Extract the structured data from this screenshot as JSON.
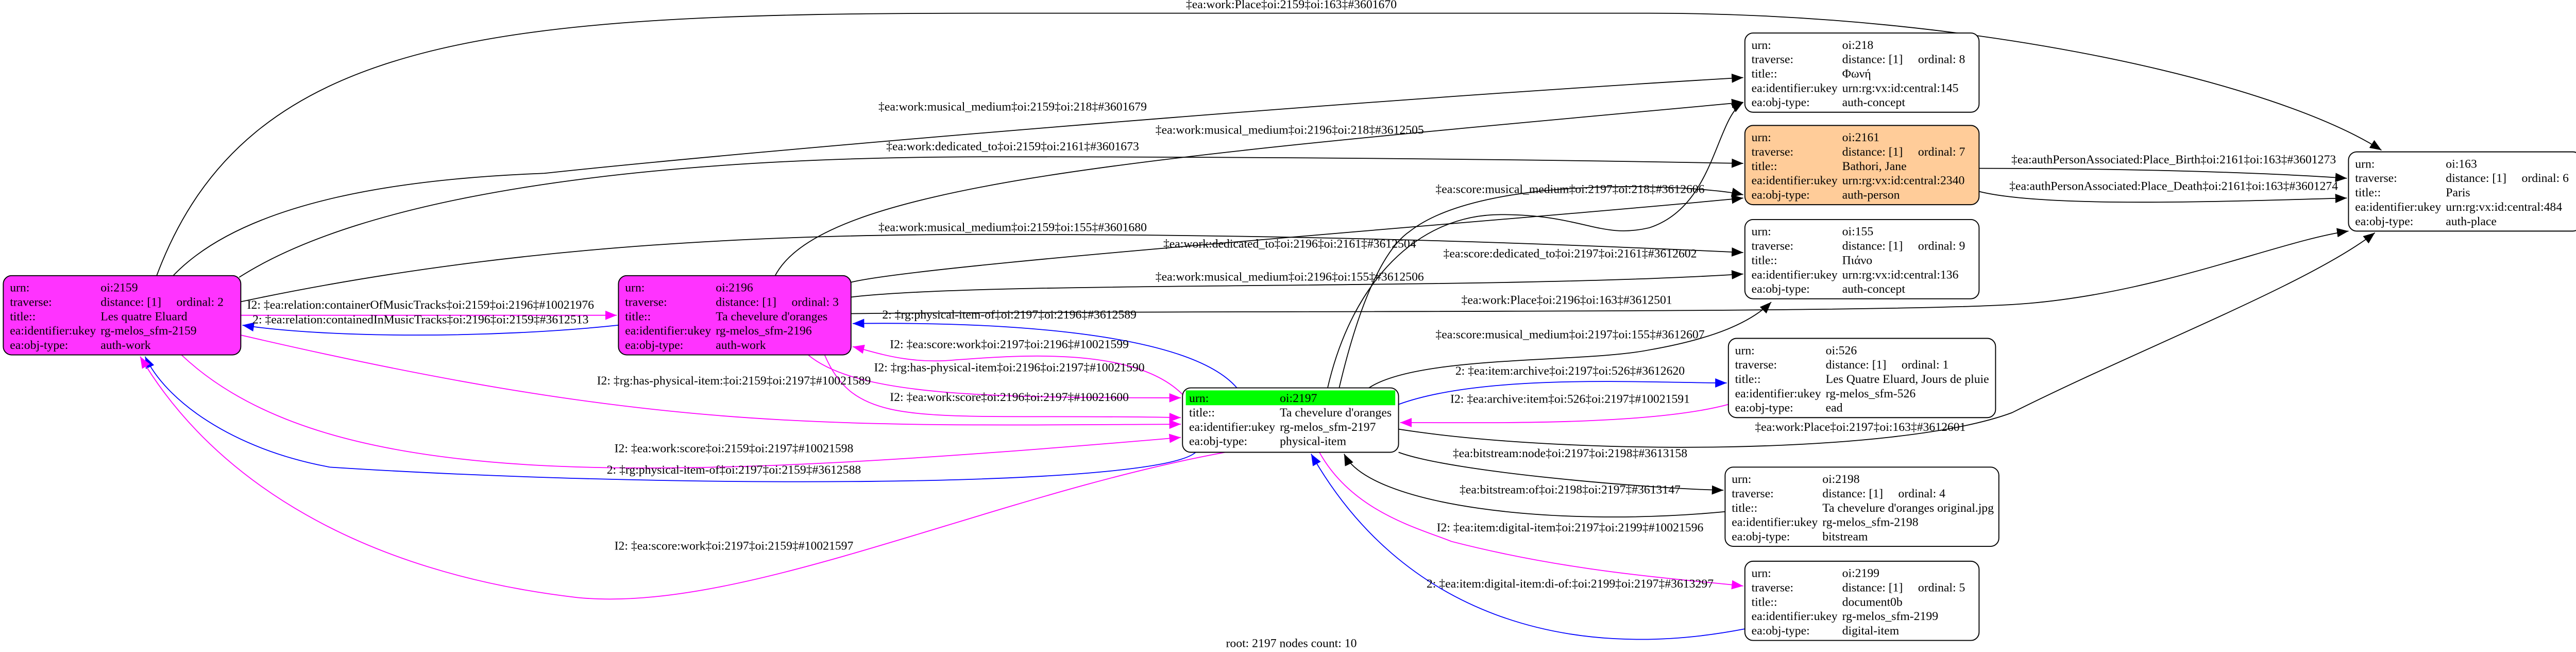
{
  "row_labels": {
    "urn": "urn:",
    "traverse": "traverse:",
    "title": "title::",
    "ukey": "ea:identifier:ukey",
    "obj_type": "ea:obj-type:"
  },
  "colors": {
    "auth_work_fill": "#ff33ff",
    "auth_person_fill": "#ffcc99",
    "root_urn_fill": "#00ff00",
    "default_fill": "#ffffff",
    "edge_black": "#000000",
    "edge_magenta": "#ff00ff",
    "edge_blue": "#0000ff"
  },
  "nodes": [
    {
      "id": "2159",
      "urn": "oi:2159",
      "distance": "distance: [1]",
      "ordinal": "ordinal: 2",
      "title": "Les quatre Eluard",
      "ukey": "rg-melos_sfm-2159",
      "obj_type": "auth-work",
      "fill": "#ff33ff"
    },
    {
      "id": "2196",
      "urn": "oi:2196",
      "distance": "distance: [1]",
      "ordinal": "ordinal: 3",
      "title": "Ta chevelure d'oranges",
      "ukey": "rg-melos_sfm-2196",
      "obj_type": "auth-work",
      "fill": "#ff33ff"
    },
    {
      "id": "2197",
      "urn": "oi:2197",
      "title": "Ta chevelure d'oranges",
      "ukey": "rg-melos_sfm-2197",
      "obj_type": "physical-item",
      "fill": "#ffffff",
      "root": true
    },
    {
      "id": "218",
      "urn": "oi:218",
      "distance": "distance: [1]",
      "ordinal": "ordinal: 8",
      "title": "Φωνή",
      "ukey": "urn:rg:vx:id:central:145",
      "obj_type": "auth-concept",
      "fill": "#ffffff"
    },
    {
      "id": "2161",
      "urn": "oi:2161",
      "distance": "distance: [1]",
      "ordinal": "ordinal: 7",
      "title": "Bathori, Jane",
      "ukey": "urn:rg:vx:id:central:2340",
      "obj_type": "auth-person",
      "fill": "#ffcc99"
    },
    {
      "id": "155",
      "urn": "oi:155",
      "distance": "distance: [1]",
      "ordinal": "ordinal: 9",
      "title": "Πιάνο",
      "ukey": "urn:rg:vx:id:central:136",
      "obj_type": "auth-concept",
      "fill": "#ffffff"
    },
    {
      "id": "163",
      "urn": "oi:163",
      "distance": "distance: [1]",
      "ordinal": "ordinal: 6",
      "title": "Paris",
      "ukey": "urn:rg:vx:id:central:484",
      "obj_type": "auth-place",
      "fill": "#ffffff"
    },
    {
      "id": "526",
      "urn": "oi:526",
      "distance": "distance: [1]",
      "ordinal": "ordinal: 1",
      "title": "Les Quatre Eluard, Jours de pluie",
      "ukey": "rg-melos_sfm-526",
      "obj_type": "ead",
      "fill": "#ffffff"
    },
    {
      "id": "2198",
      "urn": "oi:2198",
      "distance": "distance: [1]",
      "ordinal": "ordinal: 4",
      "title": "Ta chevelure d'oranges original.jpg",
      "ukey": "rg-melos_sfm-2198",
      "obj_type": "bitstream",
      "fill": "#ffffff"
    },
    {
      "id": "2199",
      "urn": "oi:2199",
      "distance": "distance: [1]",
      "ordinal": "ordinal: 5",
      "title": "document0b",
      "ukey": "rg-melos_sfm-2199",
      "obj_type": "digital-item",
      "fill": "#ffffff"
    }
  ],
  "edges": [
    {
      "label": "‡ea:work:Place‡oi:2159‡oi:163‡#3601670",
      "from": "2159",
      "to": "163",
      "color": "#000000"
    },
    {
      "label": "‡ea:work:musical_medium‡oi:2159‡oi:218‡#3601679",
      "from": "2159",
      "to": "218",
      "color": "#000000"
    },
    {
      "label": "‡ea:work:dedicated_to‡oi:2159‡oi:2161‡#3601673",
      "from": "2159",
      "to": "2161",
      "color": "#000000"
    },
    {
      "label": "‡ea:work:musical_medium‡oi:2159‡oi:155‡#3601680",
      "from": "2159",
      "to": "155",
      "color": "#000000"
    },
    {
      "label": "I2: ‡ea:relation:containerOfMusicTracks‡oi:2159‡oi:2196‡#10021976",
      "from": "2159",
      "to": "2196",
      "color": "#ff00ff"
    },
    {
      "label": "2: ‡ea:relation:containedInMusicTracks‡oi:2196‡oi:2159‡#3612513",
      "from": "2196",
      "to": "2159",
      "color": "#0000ff"
    },
    {
      "label": "‡ea:work:musical_medium‡oi:2196‡oi:218‡#3612505",
      "from": "2196",
      "to": "218",
      "color": "#000000"
    },
    {
      "label": "‡ea:work:dedicated_to‡oi:2196‡oi:2161‡#3612504",
      "from": "2196",
      "to": "2161",
      "color": "#000000"
    },
    {
      "label": "‡ea:work:musical_medium‡oi:2196‡oi:155‡#3612506",
      "from": "2196",
      "to": "155",
      "color": "#000000"
    },
    {
      "label": "‡ea:work:Place‡oi:2196‡oi:163‡#3612501",
      "from": "2196",
      "to": "163",
      "color": "#000000"
    },
    {
      "label": "2: ‡rg:physical-item-of‡oi:2197‡oi:2196‡#3612589",
      "from": "2197",
      "to": "2196",
      "color": "#0000ff"
    },
    {
      "label": "I2: ‡ea:score:work‡oi:2197‡oi:2196‡#10021599",
      "from": "2197",
      "to": "2196",
      "color": "#ff00ff"
    },
    {
      "label": "I2: ‡rg:has-physical-item‡oi:2196‡oi:2197‡#10021590",
      "from": "2196",
      "to": "2197",
      "color": "#ff00ff"
    },
    {
      "label": "I2: ‡ea:work:score‡oi:2196‡oi:2197‡#10021600",
      "from": "2196",
      "to": "2197",
      "color": "#ff00ff"
    },
    {
      "label": "I2: ‡rg:has-physical-item:‡oi:2159‡oi:2197‡#10021589",
      "from": "2159",
      "to": "2197",
      "color": "#ff00ff"
    },
    {
      "label": "I2: ‡ea:work:score‡oi:2159‡oi:2197‡#10021598",
      "from": "2159",
      "to": "2197",
      "color": "#ff00ff"
    },
    {
      "label": "2: ‡rg:physical-item-of‡oi:2197‡oi:2159‡#3612588",
      "from": "2197",
      "to": "2159",
      "color": "#0000ff"
    },
    {
      "label": "I2: ‡ea:score:work‡oi:2197‡oi:2159‡#10021597",
      "from": "2197",
      "to": "2159",
      "color": "#ff00ff"
    },
    {
      "label": "‡ea:score:musical_medium‡oi:2197‡oi:218‡#3612606",
      "from": "2197",
      "to": "218",
      "color": "#000000"
    },
    {
      "label": "‡ea:score:dedicated_to‡oi:2197‡oi:2161‡#3612602",
      "from": "2197",
      "to": "2161",
      "color": "#000000"
    },
    {
      "label": "‡ea:score:musical_medium‡oi:2197‡oi:155‡#3612607",
      "from": "2197",
      "to": "155",
      "color": "#000000"
    },
    {
      "label": "2: ‡ea:item:archive‡oi:2197‡oi:526‡#3612620",
      "from": "2197",
      "to": "526",
      "color": "#0000ff"
    },
    {
      "label": "I2: ‡ea:archive:item‡oi:526‡oi:2197‡#10021591",
      "from": "526",
      "to": "2197",
      "color": "#ff00ff"
    },
    {
      "label": "‡ea:work:Place‡oi:2197‡oi:163‡#3612601",
      "from": "2197",
      "to": "163",
      "color": "#000000"
    },
    {
      "label": "‡ea:bitstream:node‡oi:2197‡oi:2198‡#3613158",
      "from": "2197",
      "to": "2198",
      "color": "#000000"
    },
    {
      "label": "‡ea:bitstream:of‡oi:2198‡oi:2197‡#3613147",
      "from": "2198",
      "to": "2197",
      "color": "#000000"
    },
    {
      "label": "I2: ‡ea:item:digital-item‡oi:2197‡oi:2199‡#10021596",
      "from": "2197",
      "to": "2199",
      "color": "#ff00ff"
    },
    {
      "label": "2: ‡ea:item:digital-item:di-of:‡oi:2199‡oi:2197‡#3613297",
      "from": "2199",
      "to": "2197",
      "color": "#0000ff"
    },
    {
      "label": "‡ea:authPersonAssociated:Place_Birth‡oi:2161‡oi:163‡#3601273",
      "from": "2161",
      "to": "163",
      "color": "#000000"
    },
    {
      "label": "‡ea:authPersonAssociated:Place_Death‡oi:2161‡oi:163‡#3601274",
      "from": "2161",
      "to": "163",
      "color": "#000000"
    }
  ],
  "footer": "root: 2197 nodes count: 10"
}
